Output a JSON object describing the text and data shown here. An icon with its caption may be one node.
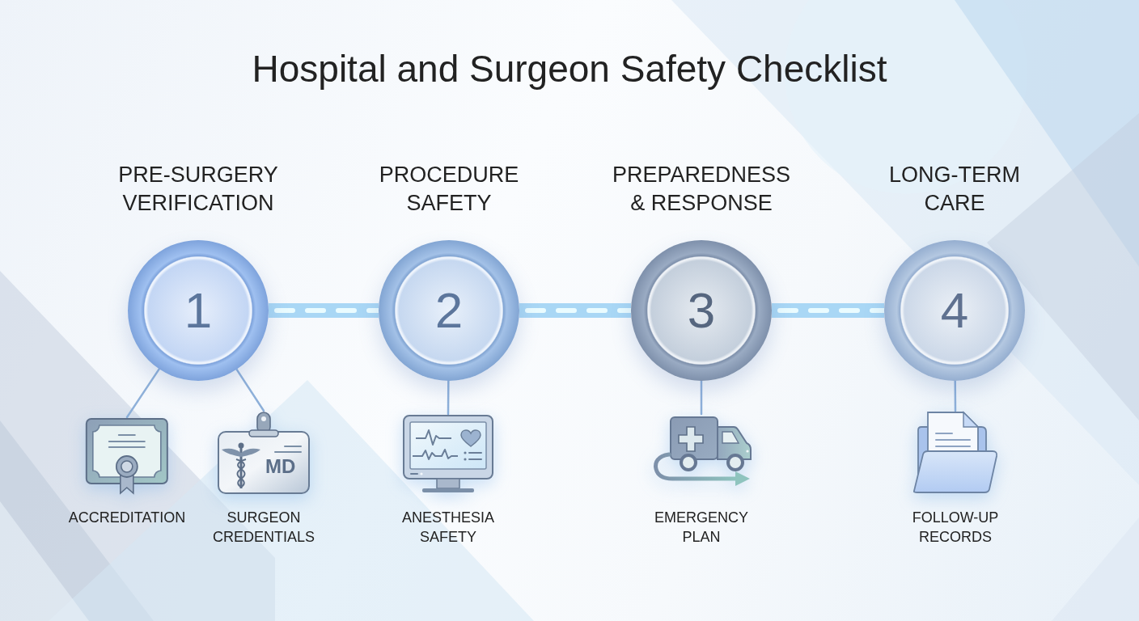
{
  "diagram": {
    "title": "Hospital and Surgeon Safety Checklist",
    "nodes": [
      {
        "text": [
          "PRE-SURGERY VERIFICATION",
          "1"
        ]
      },
      {
        "text": [
          "PROCEDURE SAFETY",
          "2"
        ]
      },
      {
        "text": [
          "PREPAREDNESS & RESPONSE",
          "3"
        ]
      },
      {
        "text": [
          "LONG-TERM CARE",
          "4"
        ]
      },
      {
        "text": [
          "ACCREDITATION"
        ]
      },
      {
        "text": [
          "MD",
          "SURGEON CREDENTIALS"
        ]
      },
      {
        "text": [
          "ANESTHESIA SAFETY"
        ]
      },
      {
        "text": [
          "EMERGENCY PLAN"
        ]
      },
      {
        "text": [
          "FOLLOW-UP RECORDS"
        ]
      }
    ],
    "edges": [
      {
        "from": 0,
        "to": 1,
        "arrow": "none",
        "style": "thick",
        "color": "#a9d7f5"
      },
      {
        "from": 1,
        "to": 2,
        "arrow": "none",
        "style": "thick",
        "color": "#a9d7f5"
      },
      {
        "from": 2,
        "to": 3,
        "arrow": "none",
        "style": "thick",
        "color": "#a9d7f5"
      },
      {
        "from": 0,
        "to": 4,
        "arrow": "none"
      },
      {
        "from": 0,
        "to": 5,
        "arrow": "none"
      },
      {
        "from": 1,
        "to": 6,
        "arrow": "none"
      },
      {
        "from": 2,
        "to": 7,
        "arrow": "none"
      },
      {
        "from": 3,
        "to": 8,
        "arrow": "none"
      }
    ]
  }
}
